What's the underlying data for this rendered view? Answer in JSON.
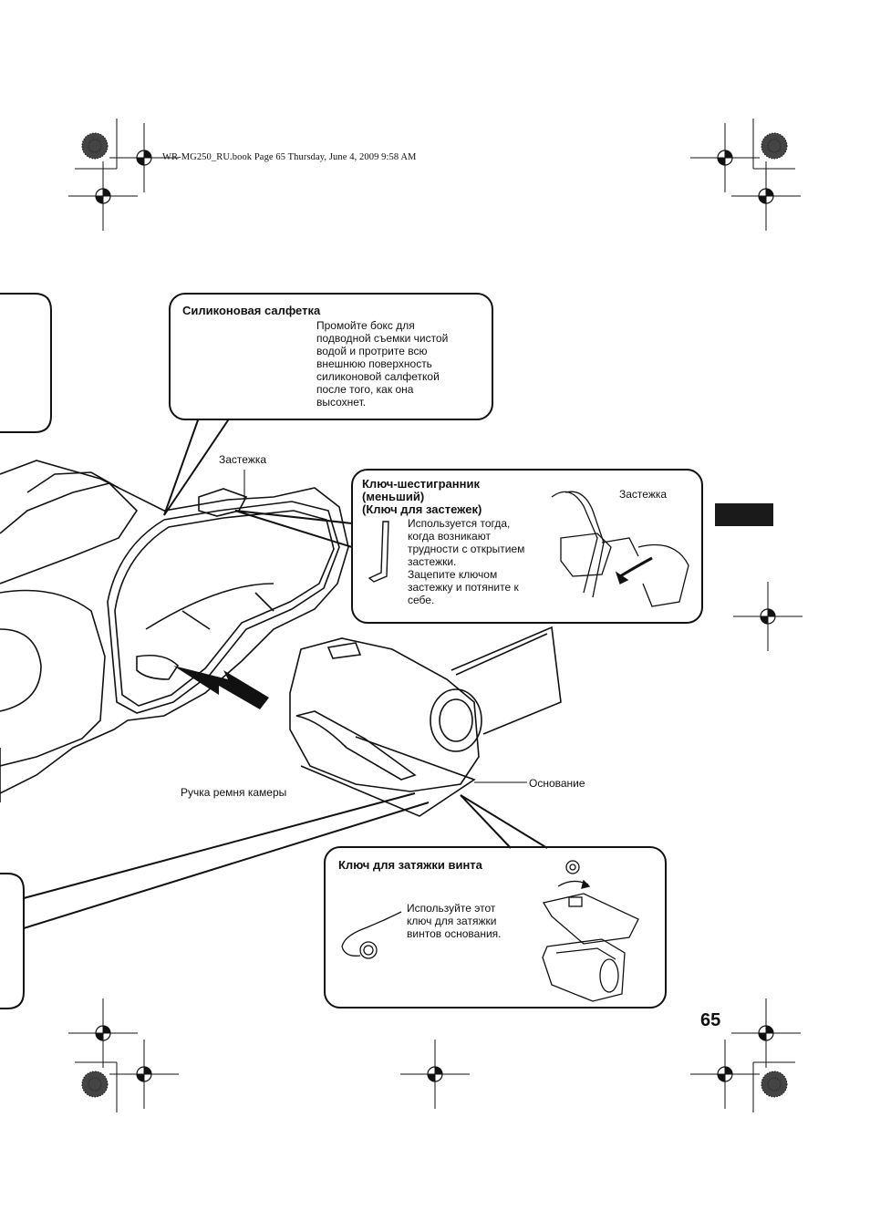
{
  "header": {
    "file_info": "WR-MG250_RU.book  Page 65  Thursday, June 4, 2009  9:58 AM"
  },
  "callouts": {
    "silicone_cloth": {
      "title": "Силиконовая салфетка",
      "lines": [
        "Промойте бокс для",
        "подводной съемки чистой",
        "водой и протрите всю",
        "внешнюю поверхность",
        "силиконовой салфеткой",
        "после того, как она",
        "высохнет."
      ]
    },
    "hex_key": {
      "title_lines": [
        "Ключ-шестигранник",
        "(меньший)",
        "(Ключ для застежек)"
      ],
      "lines": [
        "Используется тогда,",
        "когда возникают",
        "трудности с открытием",
        "застежки.",
        "Зацепите ключом",
        "застежку и потяните к",
        "себе."
      ],
      "inner_label": "Застежка"
    },
    "screw_key": {
      "title": "Ключ для затяжки винта",
      "lines": [
        "Используйте этот",
        "ключ для затяжки",
        "винтов основания."
      ]
    }
  },
  "labels": {
    "clasp": "Застежка",
    "base": "Основание",
    "camera_strap_grip": "Ручка ремня камеры"
  },
  "page_number": "65"
}
